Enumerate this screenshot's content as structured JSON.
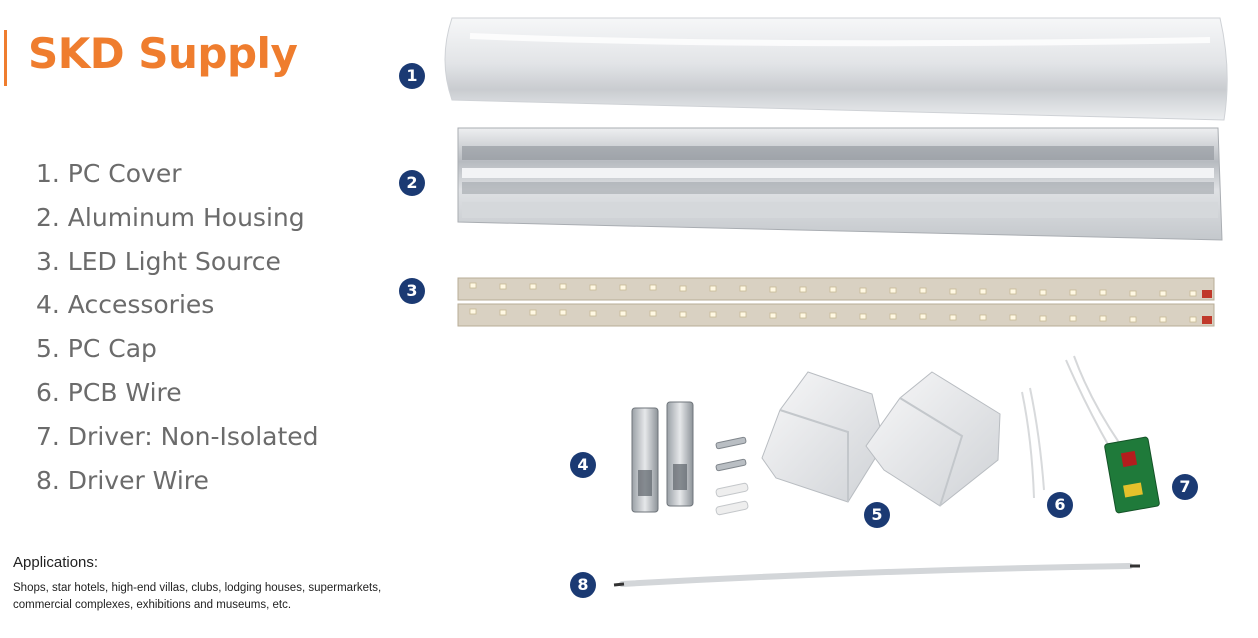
{
  "brand": {
    "title": "SKD Supply",
    "accent_color": "#ef7d2e"
  },
  "parts": [
    "1. PC Cover",
    "2. Aluminum Housing",
    "3. LED Light Source",
    "4. Accessories",
    "5. PC Cap",
    "6. PCB Wire",
    "7. Driver: Non-Isolated",
    "8. Driver Wire"
  ],
  "applications": {
    "title": "Applications:",
    "text": "Shops, star hotels, high-end villas, clubs, lodging houses, supermarkets, commercial complexes, exhibitions and museums, etc."
  },
  "badges": [
    "1",
    "2",
    "3",
    "4",
    "5",
    "6",
    "7",
    "8"
  ],
  "badge_color": "#1b3a73"
}
